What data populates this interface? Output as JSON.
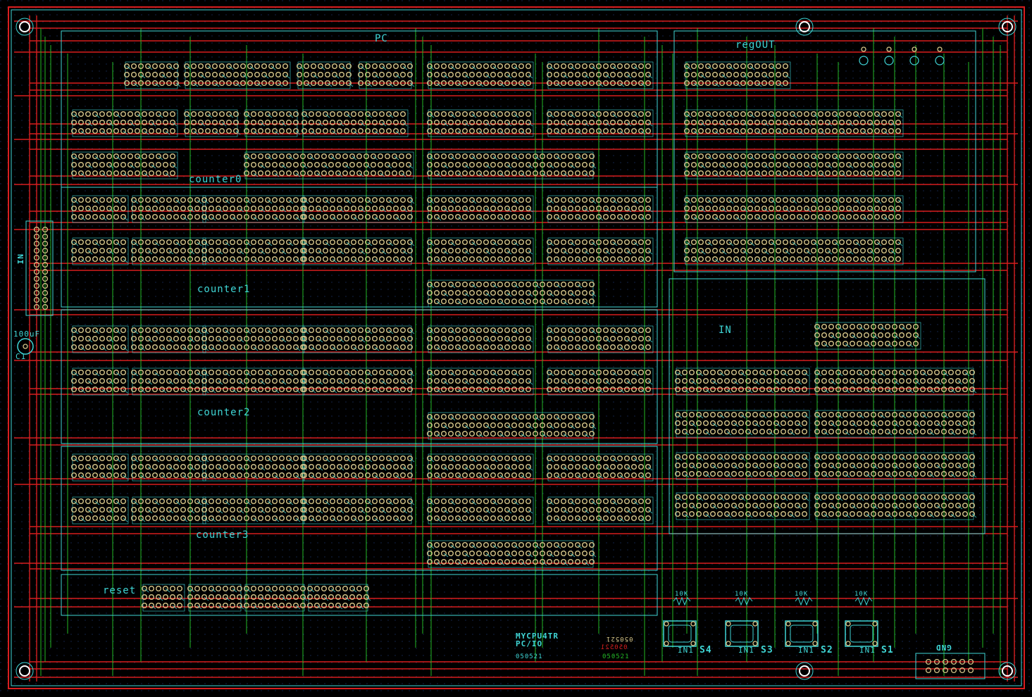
{
  "colors": {
    "background": "#000000",
    "top_trace": "#d81e1e",
    "bottom_trace": "#23b923",
    "silkscreen": "#3fd6d6",
    "pad": "#d6c68a",
    "grid": "#1a2a5a"
  },
  "board": {
    "sections": {
      "pc": "PC",
      "regout": "regOUT",
      "counter0": "counter0",
      "counter1": "counter1",
      "counter2": "counter2",
      "counter3": "counter3",
      "reset": "reset",
      "in": "IN"
    },
    "connectors": {
      "in_header": "IN",
      "gnd_header": "GND",
      "cap_value": "100uF",
      "cap_ref": "C1"
    },
    "switches": [
      {
        "ref": "S4",
        "net": "IN1"
      },
      {
        "ref": "S3",
        "net": "IN1"
      },
      {
        "ref": "S2",
        "net": "IN1"
      },
      {
        "ref": "S1",
        "net": "IN1"
      }
    ],
    "resistor_value": "10K",
    "title_block": {
      "line1": "MYCPU4TR",
      "line2": "PC/IO",
      "date_a": "050521",
      "date_b": "050521",
      "date_mirror1": "050521",
      "date_mirror2": "050521"
    }
  }
}
